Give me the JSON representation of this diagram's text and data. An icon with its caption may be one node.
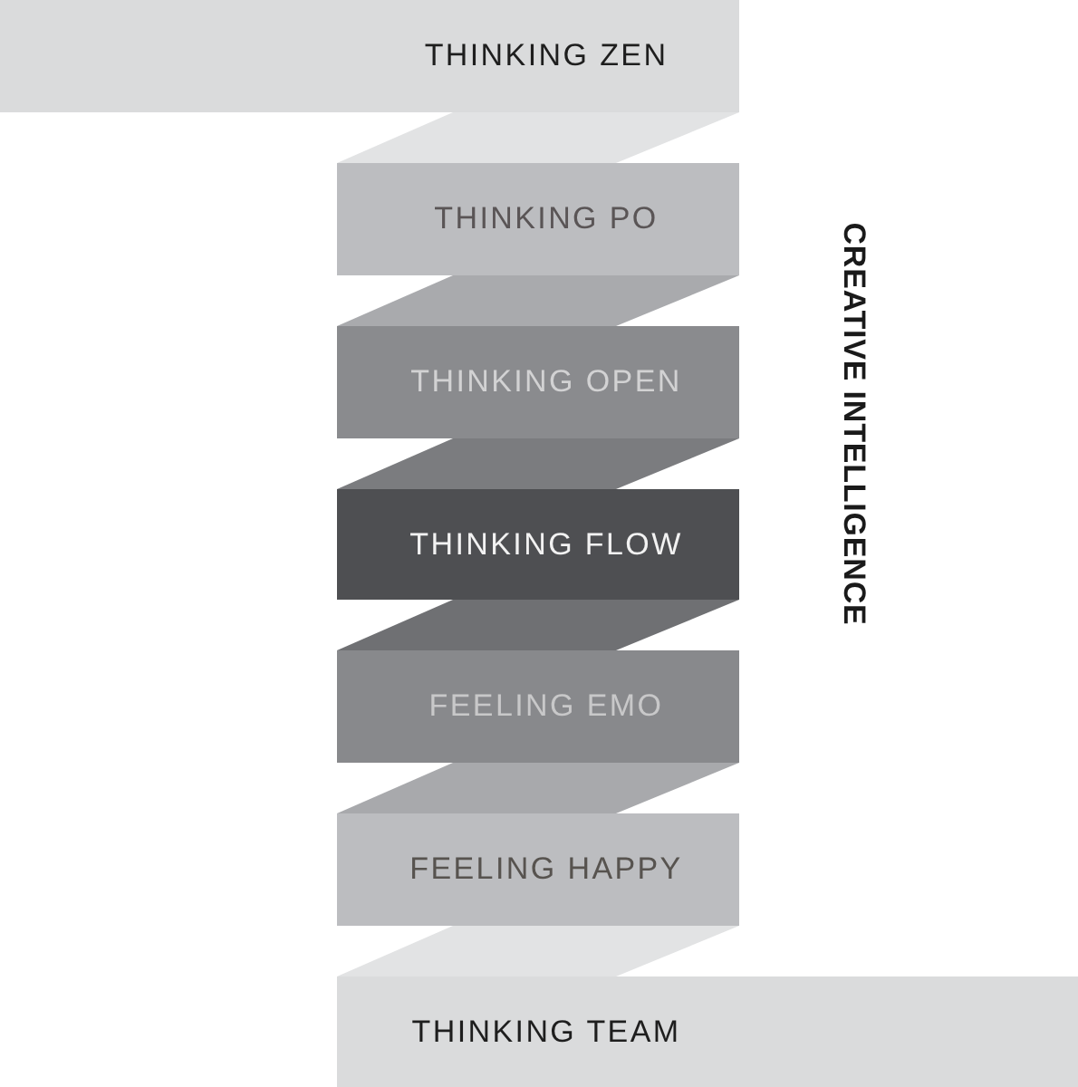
{
  "diagram": {
    "nodes": [
      {
        "text": [
          "THINKING ZEN"
        ]
      },
      {
        "text": [],
        "shape": "parallelogram"
      },
      {
        "text": [
          "THINKING PO"
        ]
      },
      {
        "text": [],
        "shape": "parallelogram"
      },
      {
        "text": [
          "THINKING OPEN"
        ]
      },
      {
        "text": [],
        "shape": "parallelogram"
      },
      {
        "text": [
          "THINKING FLOW"
        ]
      },
      {
        "text": [],
        "shape": "parallelogram"
      },
      {
        "text": [
          "FEELING EMO"
        ]
      },
      {
        "text": [],
        "shape": "parallelogram"
      },
      {
        "text": [
          "FEELING HAPPY"
        ]
      },
      {
        "text": [],
        "shape": "parallelogram"
      },
      {
        "text": [
          "THINKING TEAM"
        ]
      }
    ],
    "labels": [
      "CREATIVE INTELLIGENCE"
    ]
  }
}
